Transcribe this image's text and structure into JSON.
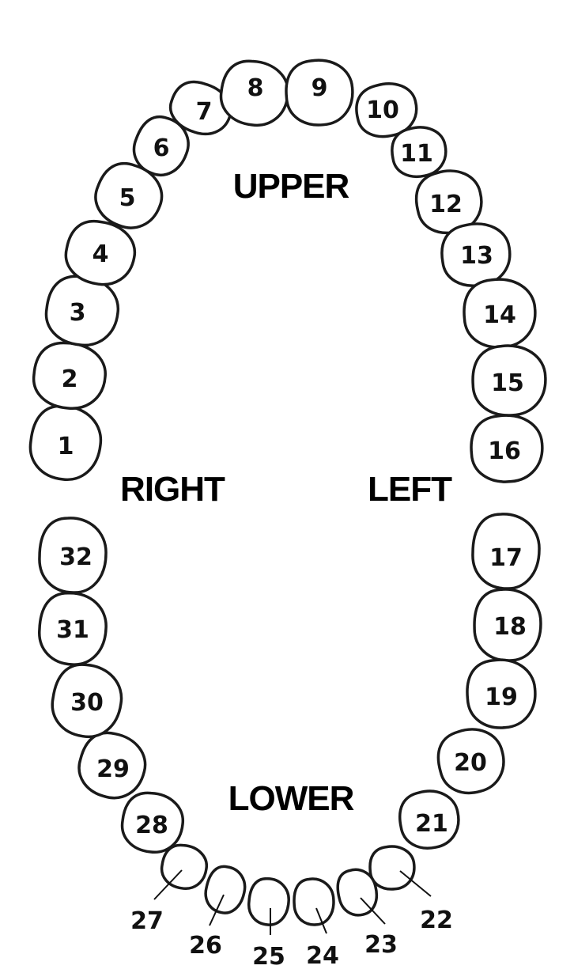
{
  "labels": {
    "upper": "UPPER",
    "lower": "LOWER",
    "right": "RIGHT",
    "left": "LEFT"
  },
  "teeth": [
    {
      "n": "1"
    },
    {
      "n": "2"
    },
    {
      "n": "3"
    },
    {
      "n": "4"
    },
    {
      "n": "5"
    },
    {
      "n": "6"
    },
    {
      "n": "7"
    },
    {
      "n": "8"
    },
    {
      "n": "9"
    },
    {
      "n": "10"
    },
    {
      "n": "11"
    },
    {
      "n": "12"
    },
    {
      "n": "13"
    },
    {
      "n": "14"
    },
    {
      "n": "15"
    },
    {
      "n": "16"
    },
    {
      "n": "17"
    },
    {
      "n": "18"
    },
    {
      "n": "19"
    },
    {
      "n": "20"
    },
    {
      "n": "21"
    },
    {
      "n": "22"
    },
    {
      "n": "23"
    },
    {
      "n": "24"
    },
    {
      "n": "25"
    },
    {
      "n": "26"
    },
    {
      "n": "27"
    },
    {
      "n": "28"
    },
    {
      "n": "29"
    },
    {
      "n": "30"
    },
    {
      "n": "31"
    },
    {
      "n": "32"
    }
  ],
  "colors": {
    "outline": "#1a1a1a",
    "fill": "#ffffff",
    "text": "#111111"
  }
}
